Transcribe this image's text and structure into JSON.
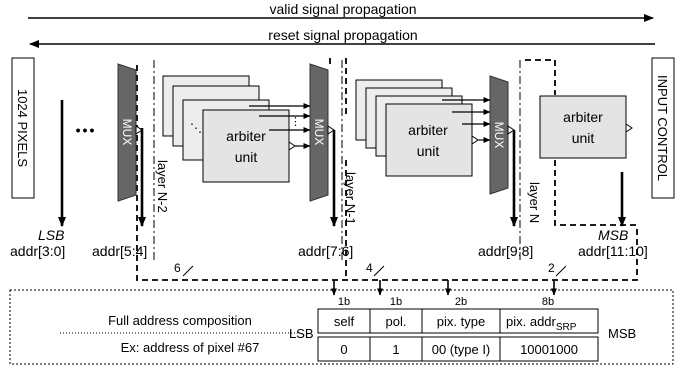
{
  "propagation": {
    "valid": "valid signal propagation",
    "reset": "reset signal propagation"
  },
  "side_labels": {
    "left": "1024 PIXELS",
    "right": "INPUT CONTROL"
  },
  "ellipsis": "•••",
  "mux_label": "MUX",
  "arbiter": {
    "line1": "arbiter",
    "line2": "unit"
  },
  "layers": [
    "layer N-2",
    "layer N-1",
    "layer N"
  ],
  "bus_widths": [
    "6",
    "4",
    "2"
  ],
  "address_lines": {
    "lsb_label": "LSB",
    "lsb_addr": "addr[3:0]",
    "a54": "addr[5:4]",
    "a76": "addr[7:6]",
    "a98": "addr[9:8]",
    "msb_label": "MSB",
    "msb_addr": "addr[11:10]"
  },
  "composition": {
    "row1_label": "Full address composition",
    "row2_label": "Ex: address of pixel #67",
    "lsb": "LSB",
    "msb": "MSB",
    "bit_widths": [
      "1b",
      "1b",
      "2b",
      "8b"
    ],
    "fields": [
      "self",
      "pol.",
      "pix. type",
      "pix. addr"
    ],
    "srp_subscript": "SRP",
    "example": [
      "0",
      "1",
      "00 (type I)",
      "10001000"
    ]
  }
}
